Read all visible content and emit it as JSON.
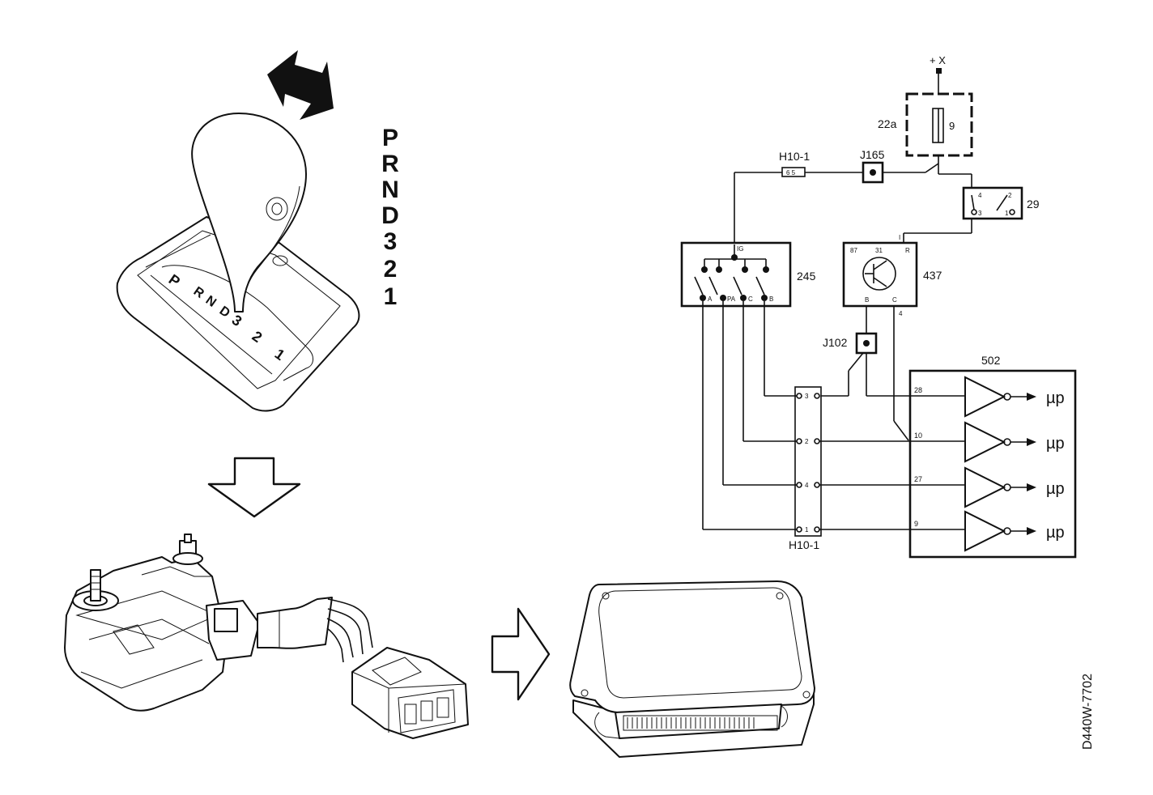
{
  "gear_positions": [
    "P",
    "R",
    "N",
    "D",
    "3",
    "2",
    "1"
  ],
  "gate_marks": [
    "P",
    "R",
    "N",
    "D",
    "3",
    "2",
    "1"
  ],
  "circuit": {
    "supply": "+ X",
    "fuse_box": "22a",
    "fuse_value": "9",
    "relay": "29",
    "relay_pins": [
      "4",
      "2",
      "3",
      "1"
    ],
    "junction_top": "J165",
    "junction_mid": "J102",
    "connector": "H10-1",
    "connector_top_pins": "6 5",
    "connector_pins": [
      "3",
      "2",
      "4",
      "1"
    ],
    "switch": "245",
    "switch_pins": [
      "IG",
      "A",
      "PA",
      "C",
      "B"
    ],
    "unit": "437",
    "unit_pins": [
      "87",
      "31",
      "R",
      "I",
      "B",
      "C",
      "4"
    ],
    "control_unit": "502",
    "cu_pins": [
      "28",
      "10",
      "27",
      "9"
    ],
    "output": "µp"
  },
  "figure_code": "D440W-7702"
}
